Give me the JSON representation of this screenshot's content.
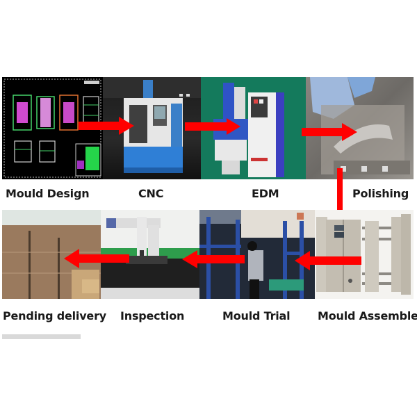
{
  "steps": {
    "mould_design": "Mould Design",
    "cnc": "CNC",
    "edm": "EDM",
    "polishing": "Polishing",
    "mould_assemble": "Mould Assemble",
    "mould_trial": "Mould Trial",
    "inspection": "Inspection",
    "pending_delivery": "Pending delivery"
  },
  "flow_order": [
    "Mould Design",
    "CNC",
    "EDM",
    "Polishing",
    "Mould Assemble",
    "Mould Trial",
    "Inspection",
    "Pending delivery"
  ],
  "colors": {
    "arrow": "#ff0000",
    "label": "#1a1a1a",
    "edm_background": "#147a5c"
  }
}
